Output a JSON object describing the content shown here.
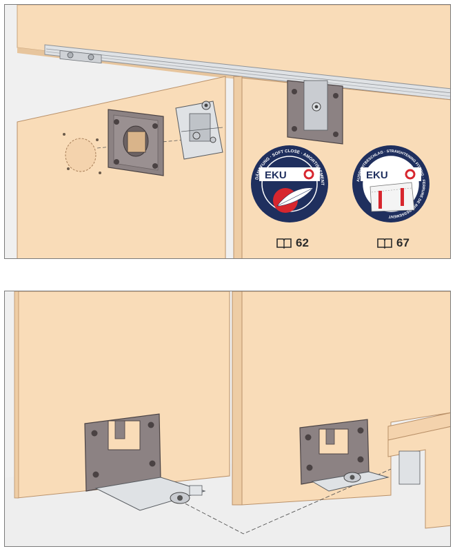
{
  "badges": [
    {
      "brand": "EKU",
      "ring_text": "DÄMPFUNG · SOFT CLOSE · AMORTISSEMENT",
      "page_ref": "62",
      "colors": {
        "ring": "#1f2f5e",
        "accent": "#d7262e",
        "inner": "#1f2f5e"
      },
      "icon": "feather-icon"
    },
    {
      "brand": "EKU",
      "ring_text": "AUSRICHTBESCHLAG · STRAIGHTENING FITTING · FERRURE DE REDRESSEMENT",
      "page_ref": "67",
      "colors": {
        "ring": "#1f2f5e",
        "accent": "#d7262e",
        "inner": "#ffffff"
      },
      "icon": "door-straightener-icon"
    }
  ],
  "colors": {
    "wood": "#f9dcb8",
    "wood_edge": "#d9b48a",
    "plate": "#8c8283",
    "plate_dark": "#5f5657",
    "metal": "#c9ccd1",
    "rail": "#dfe2e5",
    "background": "#f0f0f0"
  }
}
